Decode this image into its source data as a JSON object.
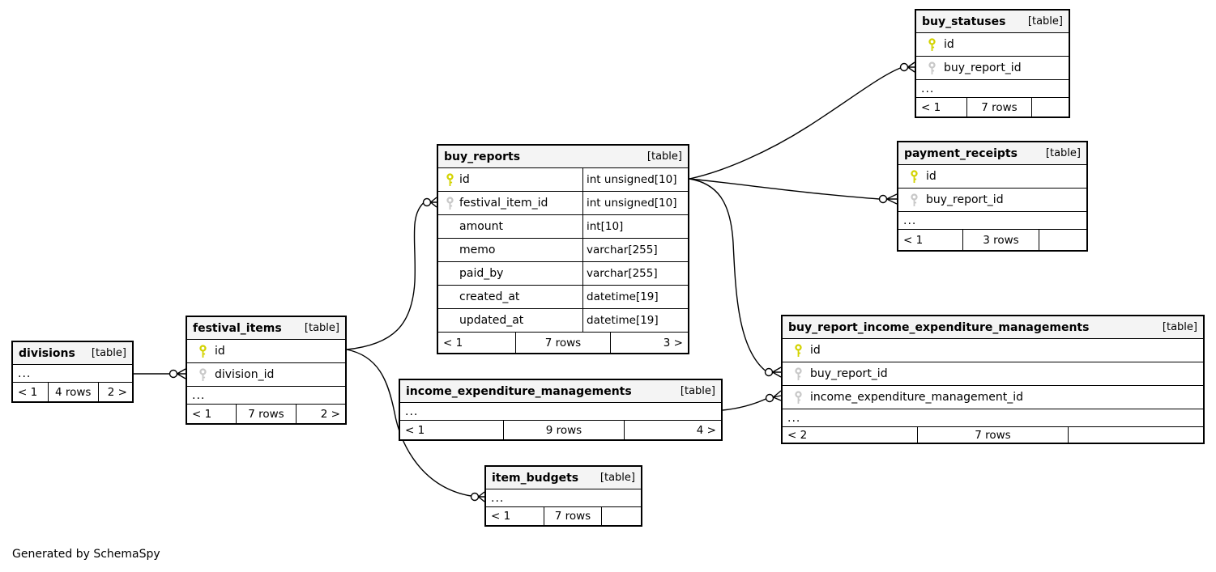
{
  "app": {
    "credit": "Generated by SchemaSpy"
  },
  "colors": {
    "header_bg": "#f4f4f4",
    "border": "#000000",
    "pk_key": "#d3d300",
    "fk_key": "#c8c8c8"
  },
  "tables": [
    {
      "id": "buy_statuses",
      "name": "buy_statuses",
      "kind": "[table]",
      "columns": [
        {
          "key": "pk",
          "name": "id",
          "type": ""
        },
        {
          "key": "fk",
          "name": "buy_report_id",
          "type": ""
        }
      ],
      "ellipsis": "...",
      "footer": [
        "< 1",
        "7 rows",
        ""
      ]
    },
    {
      "id": "payment_receipts",
      "name": "payment_receipts",
      "kind": "[table]",
      "columns": [
        {
          "key": "pk",
          "name": "id",
          "type": ""
        },
        {
          "key": "fk",
          "name": "buy_report_id",
          "type": ""
        }
      ],
      "ellipsis": "...",
      "footer": [
        "< 1",
        "3 rows",
        ""
      ]
    },
    {
      "id": "buy_reports",
      "name": "buy_reports",
      "kind": "[table]",
      "columns": [
        {
          "key": "pk",
          "name": "id",
          "type": "int unsigned[10]"
        },
        {
          "key": "fk",
          "name": "festival_item_id",
          "type": "int unsigned[10]"
        },
        {
          "key": "",
          "name": "amount",
          "type": "int[10]"
        },
        {
          "key": "",
          "name": "memo",
          "type": "varchar[255]"
        },
        {
          "key": "",
          "name": "paid_by",
          "type": "varchar[255]"
        },
        {
          "key": "",
          "name": "created_at",
          "type": "datetime[19]"
        },
        {
          "key": "",
          "name": "updated_at",
          "type": "datetime[19]"
        }
      ],
      "ellipsis": null,
      "footer": [
        "< 1",
        "7 rows",
        "3 >"
      ]
    },
    {
      "id": "buy_report_income_expenditure_managements",
      "name": "buy_report_income_expenditure_managements",
      "kind": "[table]",
      "columns": [
        {
          "key": "pk",
          "name": "id",
          "type": ""
        },
        {
          "key": "fk",
          "name": "buy_report_id",
          "type": ""
        },
        {
          "key": "fk",
          "name": "income_expenditure_management_id",
          "type": ""
        }
      ],
      "ellipsis": "...",
      "footer": [
        "< 2",
        "7 rows",
        ""
      ]
    },
    {
      "id": "income_expenditure_managements",
      "name": "income_expenditure_managements",
      "kind": "[table]",
      "columns": [],
      "ellipsis": "...",
      "footer": [
        "< 1",
        "9 rows",
        "4 >"
      ]
    },
    {
      "id": "item_budgets",
      "name": "item_budgets",
      "kind": "[table]",
      "columns": [],
      "ellipsis": "...",
      "footer": [
        "< 1",
        "7 rows",
        ""
      ]
    },
    {
      "id": "festival_items",
      "name": "festival_items",
      "kind": "[table]",
      "columns": [
        {
          "key": "pk",
          "name": "id",
          "type": ""
        },
        {
          "key": "fk",
          "name": "division_id",
          "type": ""
        }
      ],
      "ellipsis": "...",
      "footer": [
        "< 1",
        "7 rows",
        "2 >"
      ]
    },
    {
      "id": "divisions",
      "name": "divisions",
      "kind": "[table]",
      "columns": [],
      "ellipsis": "...",
      "footer": [
        "< 1",
        "4 rows",
        "2 >"
      ]
    }
  ],
  "relationships": [
    {
      "parent": "divisions",
      "child": "festival_items",
      "child_column": "division_id"
    },
    {
      "parent": "festival_items",
      "child": "buy_reports",
      "child_column": "festival_item_id"
    },
    {
      "parent": "festival_items",
      "child": "item_budgets",
      "child_column": ""
    },
    {
      "parent": "buy_reports",
      "child": "buy_statuses",
      "child_column": "buy_report_id"
    },
    {
      "parent": "buy_reports",
      "child": "payment_receipts",
      "child_column": "buy_report_id"
    },
    {
      "parent": "buy_reports",
      "child": "buy_report_income_expenditure_managements",
      "child_column": "buy_report_id"
    },
    {
      "parent": "income_expenditure_managements",
      "child": "buy_report_income_expenditure_managements",
      "child_column": "income_expenditure_management_id"
    }
  ]
}
